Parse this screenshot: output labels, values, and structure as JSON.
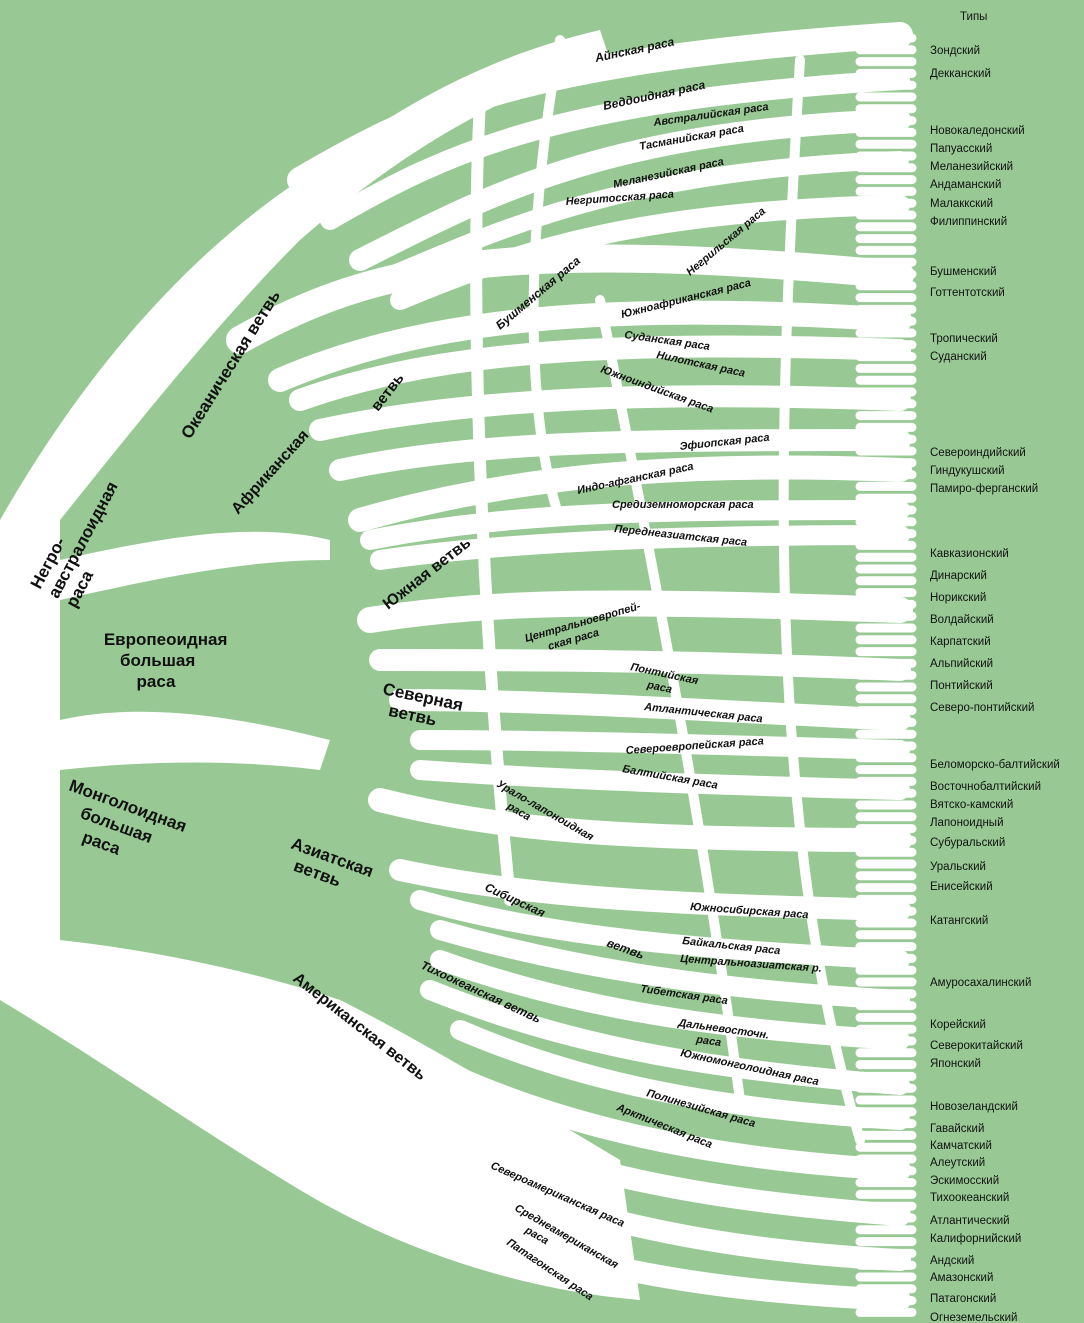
{
  "types_header": "Типы",
  "types": [
    "Зондский",
    "Декканский",
    "Новокаледонский",
    "Папуасский",
    "Меланезийский",
    "Андаманский",
    "Малаккский",
    "Филиппинский",
    "Бушменский",
    "Готтентотский",
    "Тропический",
    "Суданский",
    "Североиндийский",
    "Гиндукушский",
    "Памиро-ферганский",
    "Кавказионский",
    "Динарский",
    "Норикский",
    "Волдайский",
    "Карпатский",
    "Альпийский",
    "Понтийский",
    "Северо-понтийский",
    "Беломорско-балтийский",
    "Восточнобалтийский",
    "Вятско-камский",
    "Лапоноидный",
    "Субуральский",
    "Уральский",
    "Енисейский",
    "Катангский",
    "Амуросахалинский",
    "Корейский",
    "Северокитайский",
    "Японский",
    "Новозеландский",
    "Гавайский",
    "Камчатский",
    "Алеутский",
    "Эскимосский",
    "Тихоокеанский",
    "Атлантический",
    "Калифорнийский",
    "Андский",
    "Амазонский",
    "Патагонский",
    "Огнеземельский"
  ],
  "big_races": {
    "negro": "Негро-\nавстралоидная\nраса",
    "europe": "Европеоидная\nбольшая\nраса",
    "mongol": "Монголоидная\nбольшая\nраса"
  },
  "branches": {
    "oceanic": "Океаническая ветвь",
    "african": "Африканская",
    "african_vetv": "ветвь",
    "southern": "Южная ветвь",
    "northern": "Северная\nветвь",
    "asian": "Азиатская\nветвь",
    "american": "Американская ветвь",
    "siberian": "Сибирская",
    "siberian_vetv": "ветвь",
    "pacific": "Тихоокеанская ветвь"
  },
  "races": {
    "ainu": "Айнская раса",
    "veddoid": "Веддоидная раса",
    "australian": "Австралийская раса",
    "tasmanian": "Тасманийская раса",
    "melanesian": "Меланезийская раса",
    "negrito": "Негритосская раса",
    "negril": "Негрильская раса",
    "bushman": "Бушменская раса",
    "south_african": "Южноафриканская раса",
    "sudanese": "Суданская раса",
    "nilotic": "Нилотская раса",
    "south_indian": "Южноиндийская раса",
    "ethiopian": "Эфиопская раса",
    "indo_afghan": "Индо-афганская раса",
    "mediterranean": "Средиземноморская раса",
    "near_asian": "Переднеазиатская раса",
    "central_european": "Центральноевропей-\nская раса",
    "pontic": "Понтийская\nраса",
    "atlantic": "Атлантическая раса",
    "north_european": "Североевропейская раса",
    "baltic": "Балтийская раса",
    "ural_lapanoid": "Урало-лапоноидная\nраса",
    "south_siberian": "Южносибирская раса",
    "baikal": "Байкальская раса",
    "central_asian": "Центральноазиатская р.",
    "tibetan": "Тибетская раса",
    "far_eastern": "Дальневосточн.\nраса",
    "south_mongoloid": "Южномонголоидная раса",
    "polynesian": "Полинезийская раса",
    "arctic": "Арктическая раса",
    "north_american": "Североамериканская раса",
    "central_american": "Среднеамериканская\nраса",
    "patagonian": "Патагонская раса"
  }
}
